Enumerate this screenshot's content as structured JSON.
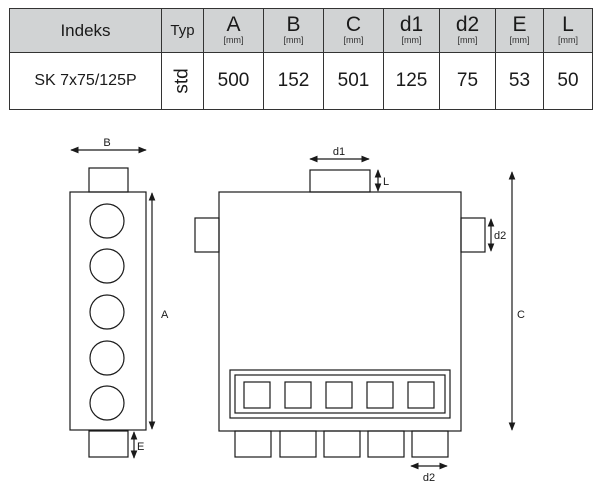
{
  "table": {
    "headers": {
      "index": "Indeks",
      "type": "Typ",
      "A": "A",
      "B": "B",
      "C": "C",
      "d1": "d1",
      "d2": "d2",
      "E": "E",
      "L": "L",
      "unit": "[mm]"
    },
    "row": {
      "index": "SK 7x75/125P",
      "type": "std",
      "A": "500",
      "B": "152",
      "C": "501",
      "d1": "125",
      "d2": "75",
      "E": "53",
      "L": "50"
    }
  },
  "drawing": {
    "labels": {
      "B": "B",
      "A": "A",
      "E": "E",
      "d1": "d1",
      "L": "L",
      "d2_side": "d2",
      "C": "C",
      "d2_bottom": "d2"
    }
  },
  "colors": {
    "header_bg": "#d1d3d4",
    "line": "#1a1a1a"
  }
}
